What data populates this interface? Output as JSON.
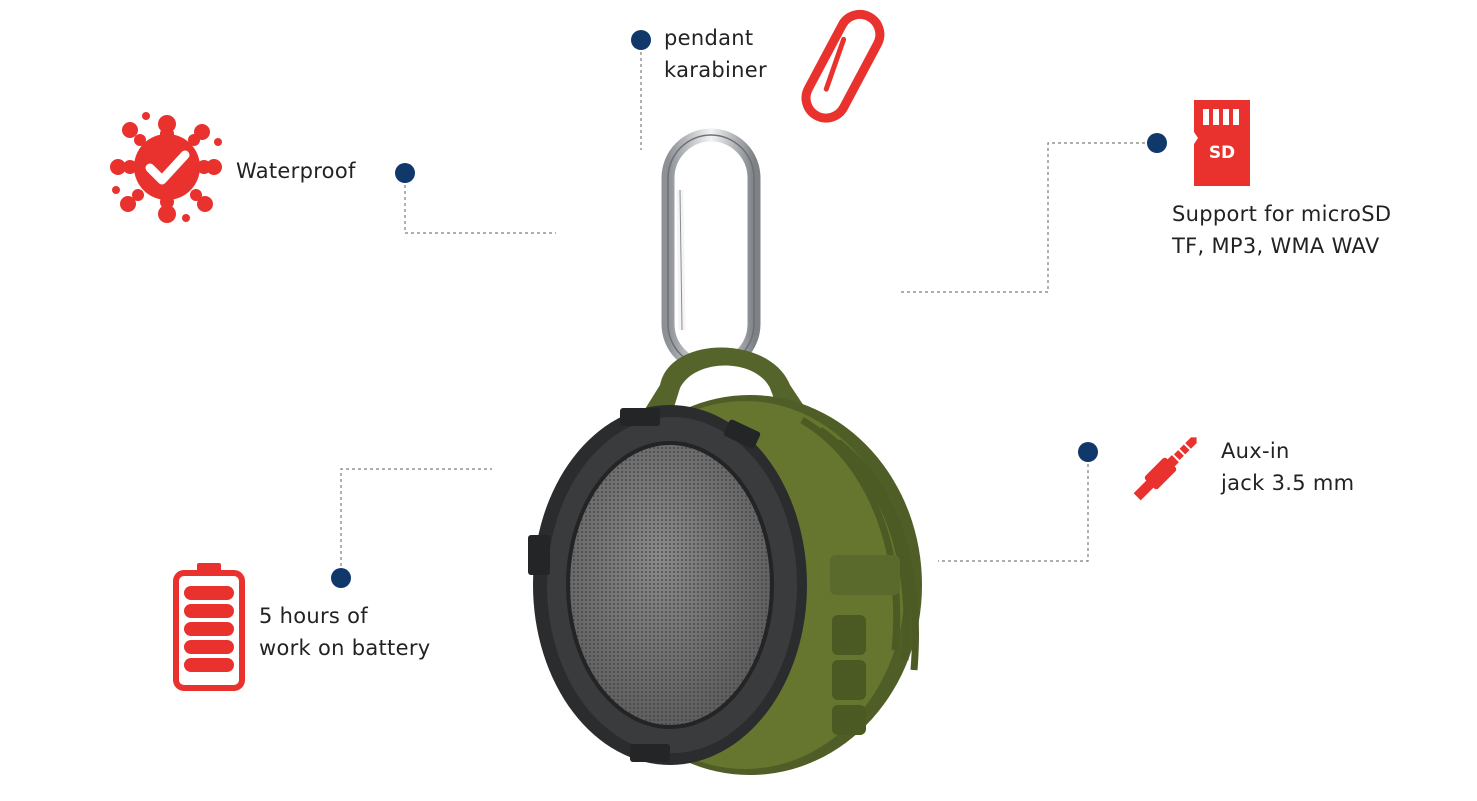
{
  "features": {
    "pendant": {
      "line1": "pendant",
      "line2": "karabiner",
      "icon": "carabiner-icon"
    },
    "waterproof": {
      "line1": "Waterproof",
      "icon": "water-splash-check-icon"
    },
    "microsd": {
      "line1": "Support for microSD",
      "line2": "TF, MP3, WMA WAV",
      "icon": "sd-card-icon",
      "badge": "SD"
    },
    "aux": {
      "line1": "Aux-in",
      "line2": "jack 3.5 mm",
      "icon": "audio-jack-icon"
    },
    "battery": {
      "line1": "5 hours of",
      "line2": "work on battery",
      "icon": "battery-icon"
    }
  },
  "colors": {
    "accent": "#e9312d",
    "dot": "#10386b",
    "speaker_green": "#5c6b31",
    "speaker_dark": "#2c2d2e",
    "grille": "#6e6e6e"
  }
}
